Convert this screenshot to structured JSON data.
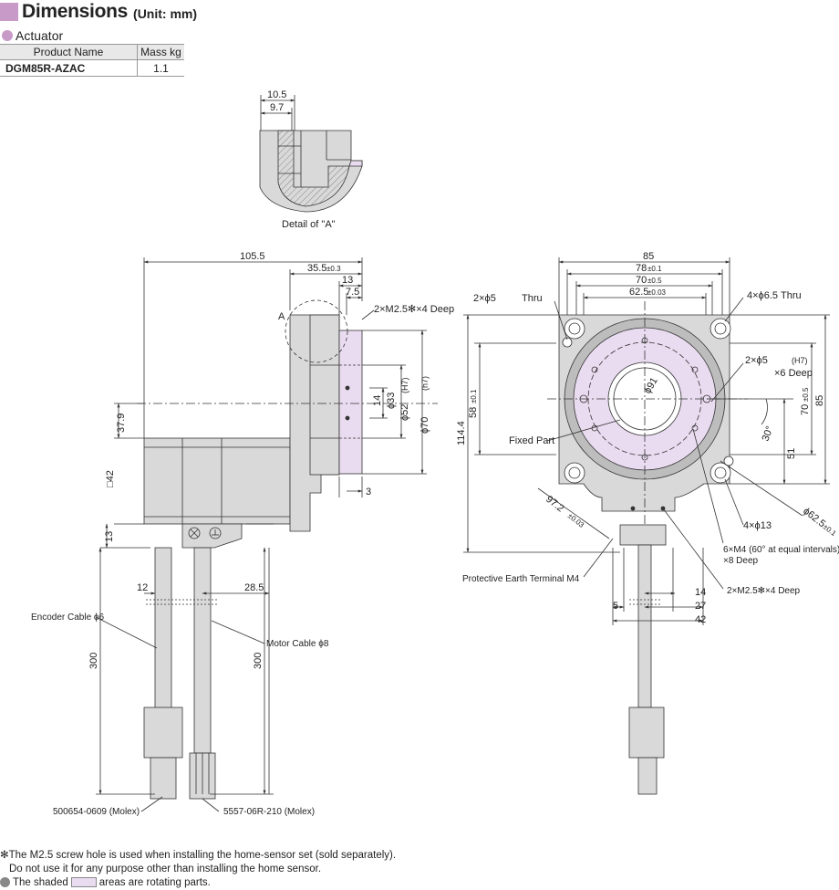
{
  "header": {
    "title": "Dimensions",
    "unit": "(Unit: mm)"
  },
  "section": {
    "label": "Actuator"
  },
  "spec_table": {
    "headers": [
      "Product Name",
      "Mass kg"
    ],
    "rows": [
      [
        "DGM85R-AZAC",
        "1.1"
      ]
    ]
  },
  "detail": {
    "caption": "Detail of \"A\"",
    "dim_a": "10.5",
    "dim_b": "9.7"
  },
  "side_view": {
    "label_a": "A",
    "overall": "105.5",
    "d35": "35.5",
    "d35_tol": "±0.3",
    "d13": "13",
    "d75": "7.5",
    "screw": "2×M2.5✻×4 Deep",
    "d14": "14",
    "phi33": "ϕ33",
    "phi52": "ϕ52",
    "phi52_tol": "(H7)",
    "phi70": "ϕ70",
    "phi70_tol": "(h7)",
    "d379": "37.9",
    "sq42": "□42",
    "d3": "3",
    "d13b": "13",
    "d12": "12",
    "d285": "28.5",
    "enc_cable": "Encoder Cable ϕ6",
    "motor_cable": "Motor Cable ϕ8",
    "d300a": "300",
    "d300b": "300",
    "conn_a": "500654-0609 (Molex)",
    "conn_b": "5557-06R-210 (Molex)"
  },
  "front_view": {
    "d85": "85",
    "d78": "78",
    "d78_tol": "±0.1",
    "d70": "70",
    "d70_tol": "±0.5",
    "d625": "62.5",
    "d625_tol": "±0.03",
    "pin_hole": "2×ϕ5",
    "pin_hole_suffix": "Thru",
    "thru_holes": "4×ϕ6.5 Thru",
    "pin_hole2": "2×ϕ5",
    "pin_hole2_suffix": "(H7)",
    "pin_hole2_depth": "×6 Deep",
    "d70r": "70",
    "d70r_tol": "±0.5",
    "d85r": "85",
    "d58": "58",
    "d58_tol": "±0.1",
    "d1144": "114.4",
    "phi91": "ϕ91",
    "fixed_part": "Fixed Part",
    "d30": "30°",
    "d51": "51",
    "d972": "97.2",
    "d972_tol": "±0.03",
    "phi625": "ϕ62.5",
    "phi625_tol": "±0.1",
    "holes13": "4×ϕ13",
    "m4_holes": "6×M4 (60° at  equal intervals)",
    "m4_depth": "×8 Deep",
    "pe_terminal": "Protective Earth Terminal M4",
    "screw2": "2×M2.5✻×4 Deep",
    "d14": "14",
    "d5": "5",
    "d27": "27",
    "d42": "42"
  },
  "notes": {
    "note1": "✻The M2.5 screw hole is used when installing the home-sensor set (sold separately).",
    "note2": "Do not use it for any purpose other than installing the home sensor.",
    "note3a": "The shaded",
    "note3b": "areas are rotating parts."
  },
  "colors": {
    "accent": "#c89ac8",
    "shade": "#eadcf0",
    "body": "#d9d9d9"
  }
}
